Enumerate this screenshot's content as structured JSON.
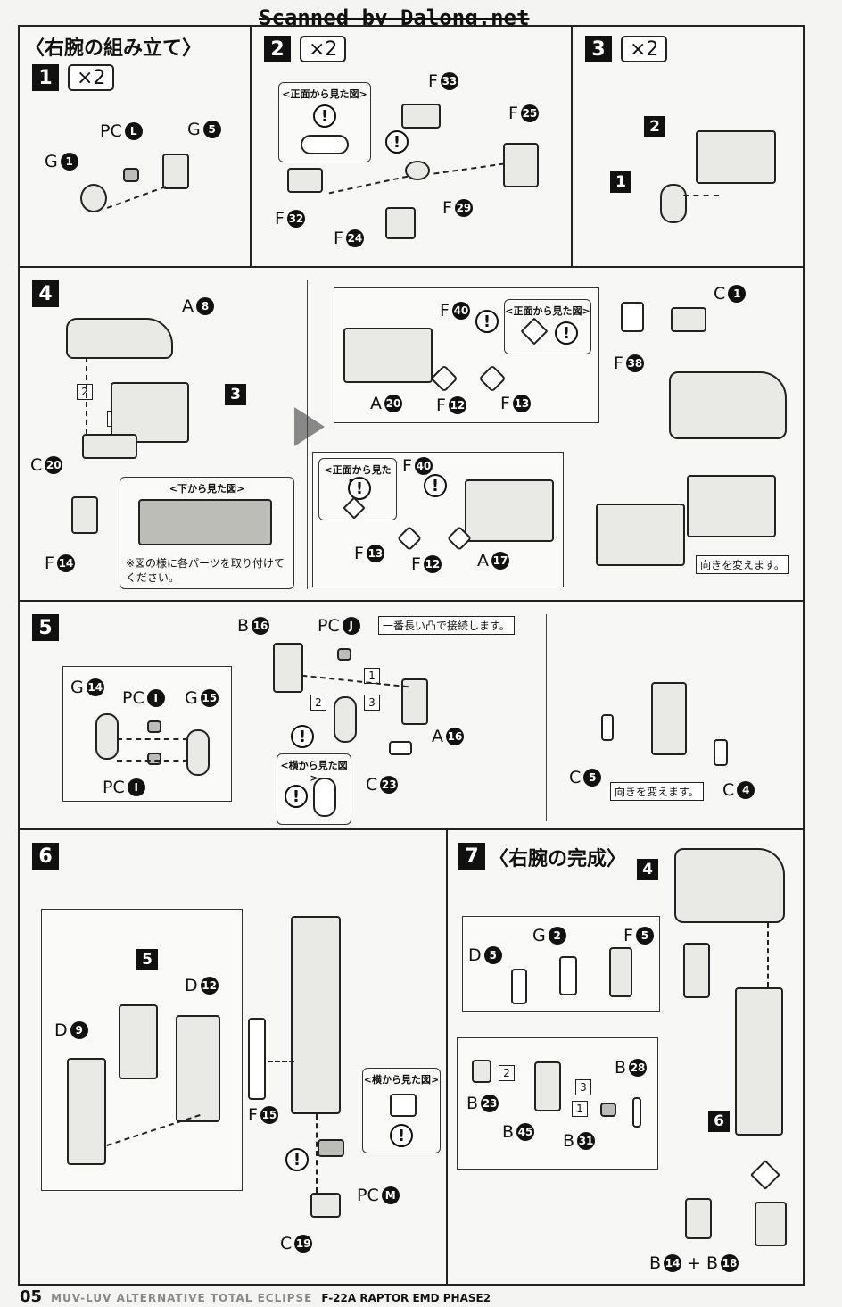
{
  "header": {
    "credit": "Scanned by Dalong.net"
  },
  "section": {
    "title": "〈右腕の組み立て〉"
  },
  "steps": {
    "s1": {
      "num": "1",
      "mult": "×2",
      "labels": [
        "G",
        "PC",
        "G"
      ],
      "nums": [
        "1",
        "L",
        "5"
      ]
    },
    "s2": {
      "num": "2",
      "mult": "×2",
      "view": "<正面から見た図>",
      "labels": [
        "F",
        "F",
        "F",
        "F",
        "F"
      ],
      "nums": [
        "33",
        "25",
        "32",
        "29",
        "24"
      ]
    },
    "s3": {
      "num": "3",
      "mult": "×2",
      "refs": [
        "2",
        "1"
      ]
    },
    "s4": {
      "num": "4",
      "ref": "3",
      "order": [
        "2",
        "1"
      ],
      "labels_left": [
        "A",
        "C",
        "F"
      ],
      "nums_left": [
        "8",
        "20",
        "14"
      ],
      "bottom_view": "<下から見た図>",
      "note": "※図の様に各パーツを取り付けてください。",
      "front_view": "<正面から見た図>",
      "labels_top": [
        "F",
        "A",
        "F",
        "F"
      ],
      "nums_top": [
        "40",
        "20",
        "12",
        "13"
      ],
      "labels_bottom": [
        "F",
        "F",
        "F",
        "A"
      ],
      "nums_bottom": [
        "40",
        "13",
        "12",
        "17"
      ],
      "labels_right": [
        "C",
        "F"
      ],
      "nums_right": [
        "1",
        "38"
      ],
      "direction_note": "向きを変えます。"
    },
    "s5": {
      "num": "5",
      "labels": [
        "B",
        "PC",
        "A",
        "G",
        "PC",
        "G",
        "PC",
        "C",
        "C",
        "C"
      ],
      "nums": [
        "16",
        "J",
        "16",
        "14",
        "I",
        "15",
        "I",
        "23",
        "5",
        "4"
      ],
      "note": "一番長い凸で接続します。",
      "side_view": "<横から見た図>",
      "order": [
        "1",
        "2",
        "3"
      ],
      "direction_note": "向きを変えます。"
    },
    "s6": {
      "num": "6",
      "ref": "5",
      "labels": [
        "D",
        "D",
        "F",
        "PC",
        "C"
      ],
      "nums": [
        "9",
        "12",
        "15",
        "M",
        "19"
      ],
      "side_view": "<横から見た図>"
    },
    "s7": {
      "num": "7",
      "title": "〈右腕の完成〉",
      "refs": [
        "4",
        "6"
      ],
      "labels_top": [
        "D",
        "G",
        "F"
      ],
      "nums_top": [
        "5",
        "2",
        "5"
      ],
      "labels_mid": [
        "B",
        "B",
        "B",
        "B"
      ],
      "nums_mid": [
        "28",
        "23",
        "45",
        "31"
      ],
      "order": [
        "2",
        "3",
        "1"
      ],
      "bottom_label_a": "B",
      "bottom_num_a": "14",
      "plus": "+",
      "bottom_label_b": "B",
      "bottom_num_b": "18"
    }
  },
  "footer": {
    "page": "05",
    "series": "MUV-LUV ALTERNATIVE TOTAL ECLIPSE",
    "model": "F-22A RAPTOR EMD PHASE2"
  }
}
